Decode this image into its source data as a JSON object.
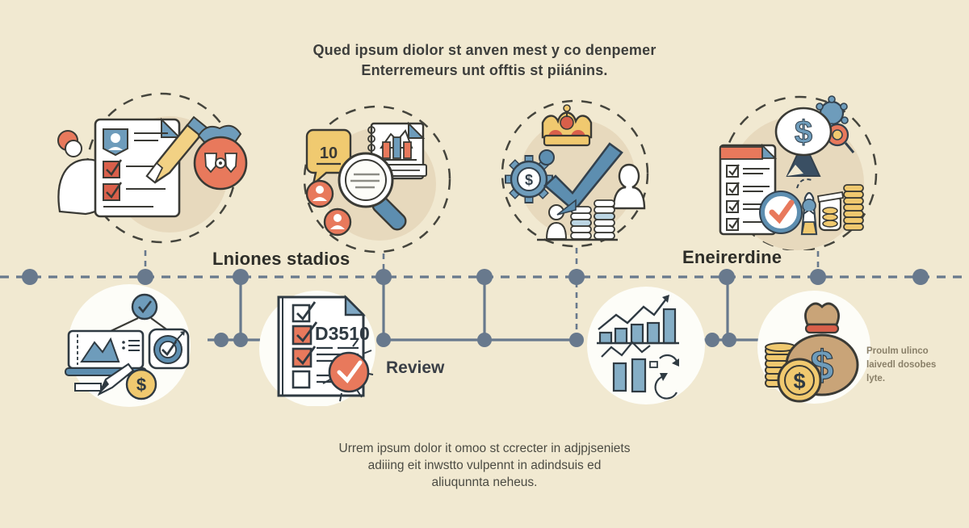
{
  "title": {
    "line1": "Qued ipsum diolor st anven mest y co denpemer",
    "line2": "Enterremeurs unt offtis st piiánins."
  },
  "timeline": {
    "label_left": "Lniones stadios",
    "label_right": "Eneirerdine"
  },
  "stages": {
    "top": [
      {
        "icon": "application-form-illustration"
      },
      {
        "icon": "search-analysis-illustration",
        "bubble_text": "10"
      },
      {
        "icon": "approval-crown-illustration"
      },
      {
        "icon": "rewards-checklist-illustration"
      }
    ],
    "bottom": [
      {
        "icon": "dashboard-target-illustration"
      },
      {
        "icon": "review-checklist-illustration",
        "code": "D3510",
        "label": "Review"
      },
      {
        "icon": "growth-chart-illustration"
      },
      {
        "icon": "money-bag-illustration"
      }
    ]
  },
  "note": {
    "line1": "Proulm ulinco",
    "line2": "laivedl dosobes",
    "line3": "lyte."
  },
  "footer": {
    "line1": "Urrem ipsum dolor it omoo st ccrecter in adjpjseniets",
    "line2": "adiiing eit inwstto vulpennt in adindsuis ed",
    "line3": "aliuqunnta neheus."
  },
  "glyphs": {
    "dollar": "$"
  },
  "colors": {
    "background": "#F1E9D1",
    "inner_circle_beige": "#E7D9BD",
    "timeline_slate": "#68798D",
    "coral": "#E8795C",
    "red_orange": "#D95F4A",
    "steel_blue": "#6E9CBB",
    "navy": "#3A4F63",
    "gold": "#F0C96F",
    "bag_tan": "#C9A478",
    "ink": "#3A3A35"
  }
}
